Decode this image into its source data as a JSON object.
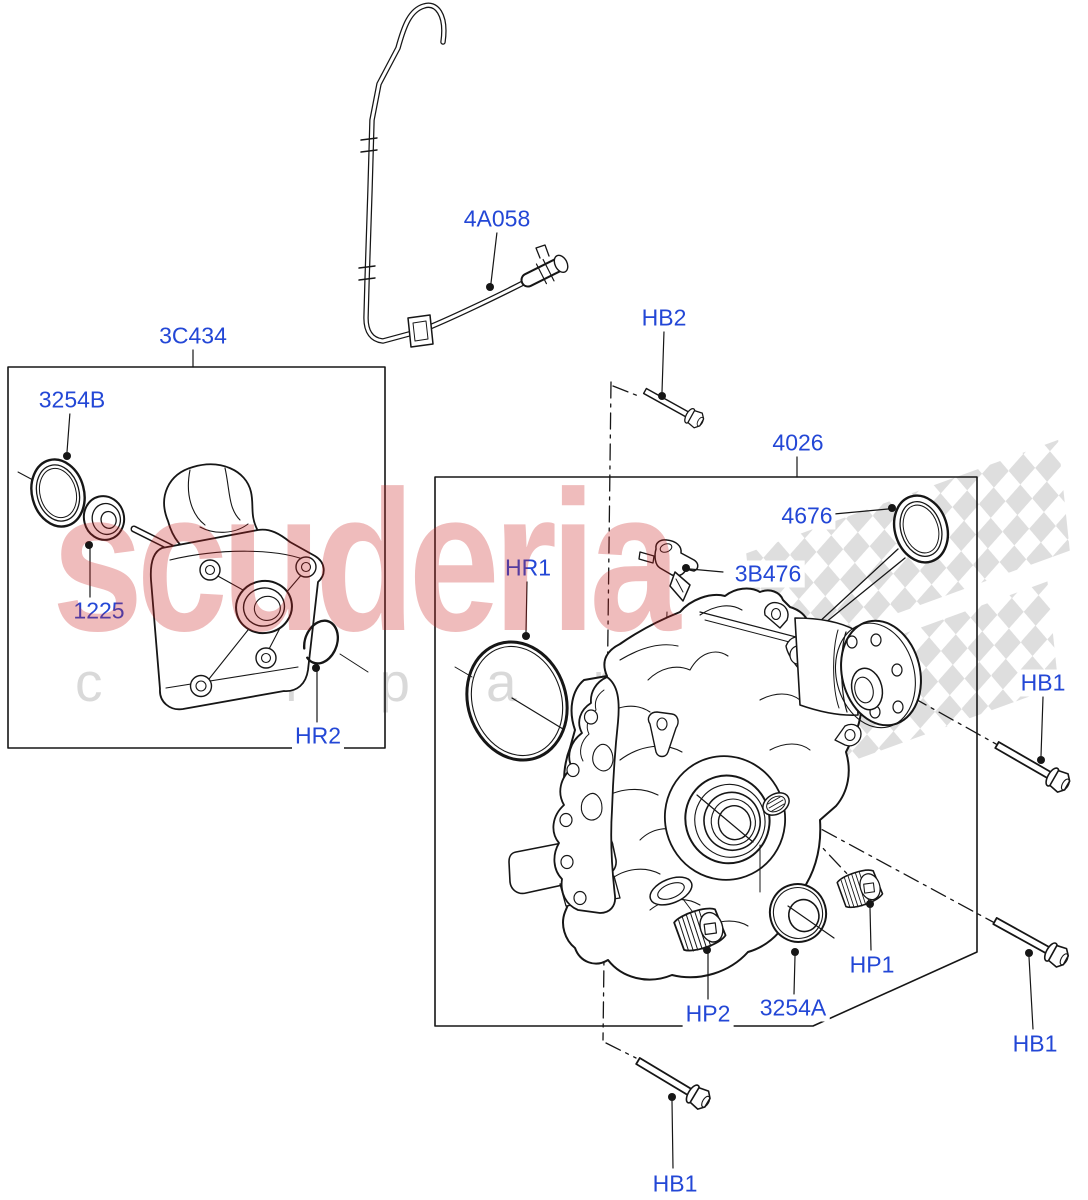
{
  "watermark": {
    "brand": "scuderia",
    "sub": "carparts",
    "brand_color": "rgba(201,34,34,0.30)",
    "checker_color": "#d7d7d7"
  },
  "diagram": {
    "label_color": "#2347d6",
    "line_color": "#161616",
    "labels": [
      {
        "id": "vent-tube",
        "text": "4A058"
      },
      {
        "id": "bracket-box",
        "text": "3C434"
      },
      {
        "id": "seal-upper",
        "text": "3254B"
      },
      {
        "id": "bearing",
        "text": "1225"
      },
      {
        "id": "snap-ring-bracket",
        "text": "HR2"
      },
      {
        "id": "bolt-top",
        "text": "HB2"
      },
      {
        "id": "axle-case-box",
        "text": "4026"
      },
      {
        "id": "seal-flange",
        "text": "4676"
      },
      {
        "id": "o-ring-case",
        "text": "HR1"
      },
      {
        "id": "breather",
        "text": "3B476"
      },
      {
        "id": "bolt-right-mid",
        "text": "HB1"
      },
      {
        "id": "plug-right",
        "text": "HP1"
      },
      {
        "id": "plug-left",
        "text": "HP2"
      },
      {
        "id": "seal-output",
        "text": "3254A"
      },
      {
        "id": "bolt-right-bottom",
        "text": "HB1"
      },
      {
        "id": "bolt-bottom",
        "text": "HB1"
      }
    ]
  }
}
